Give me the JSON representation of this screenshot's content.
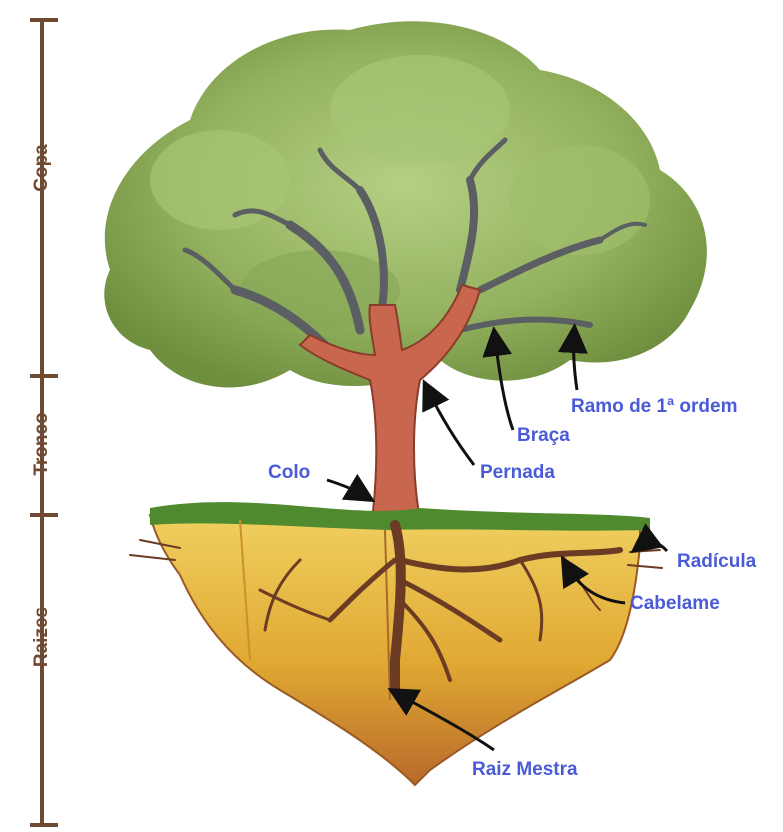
{
  "segments": {
    "copa": "Copa",
    "tronco": "Tronco",
    "raizes": "Raizes"
  },
  "labels": {
    "ramo": "Ramo de 1ª ordem",
    "braca": "Braça",
    "pernada": "Pernada",
    "colo": "Colo",
    "radicula": "Radícula",
    "cabelame": "Cabelame",
    "raiz_mestra": "Raiz Mestra"
  },
  "colors": {
    "label": "#4a5bd8",
    "scale": "#6e4a33",
    "foliage": "#8fae5a",
    "trunk": "#c8664e",
    "soil": "#e3b53a",
    "grass": "#4f8a2e"
  }
}
